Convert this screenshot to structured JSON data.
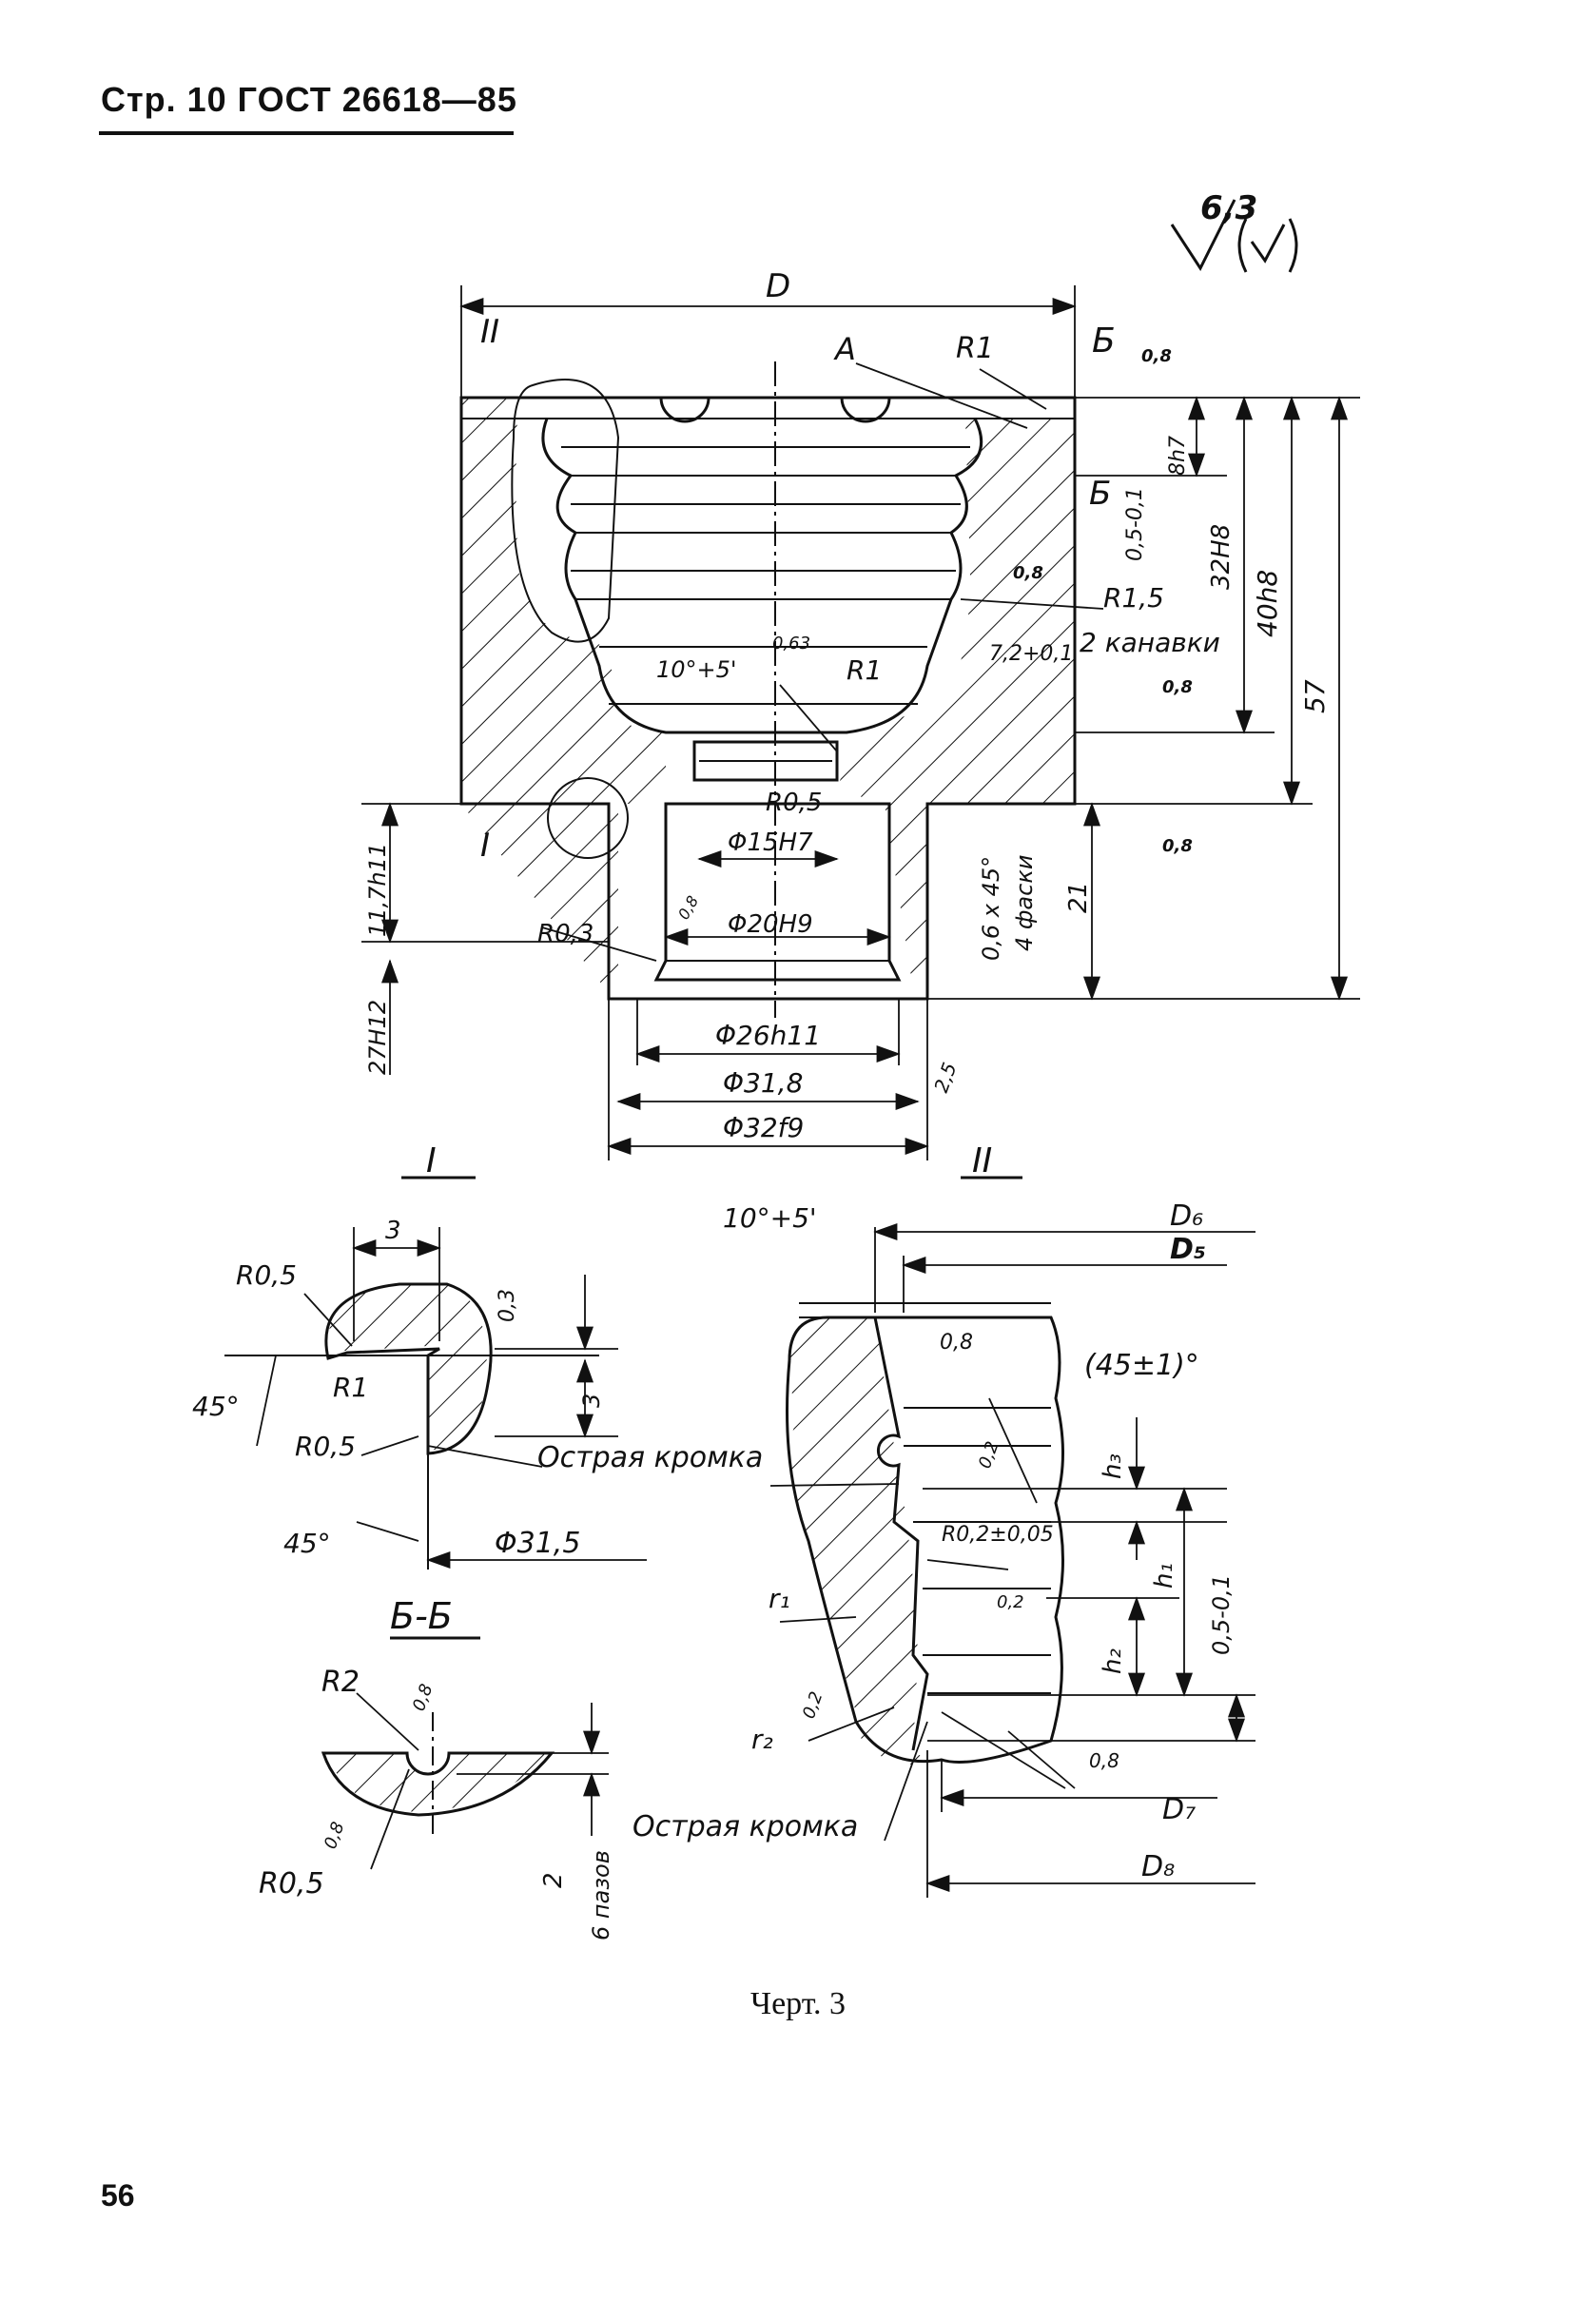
{
  "header": {
    "title": "Стр. 10 ГОСТ 26618—85"
  },
  "roughness": {
    "value": "6,3",
    "symbol": "√(√)"
  },
  "main_view": {
    "labels": {
      "D": "D",
      "II": "II",
      "A": "A",
      "R1_top": "R1",
      "B_top": "Б",
      "B_mid": "Б",
      "r08_top": "0,8",
      "h8h7": "8h7",
      "h05": "0,5-0,1",
      "h32": "32H8",
      "h40": "40h8",
      "h57": "57",
      "r08_mid": "0,8",
      "R15": "R1,5",
      "grooves": "2 канавки",
      "angle": "10°+5'",
      "r063": "0,63",
      "R1_mid": "R1",
      "tol72": "7,2+0,1",
      "r08_low": "0,8",
      "R05": "R0,5",
      "d15": "Φ15H7",
      "chamfer": "0,6 x 45°",
      "chamfer4": "4 фаски",
      "h21": "21",
      "r08_right": "0,8",
      "h117": "11,7h11",
      "I": "I",
      "R03": "R0,3",
      "r08_small": "0,8",
      "d20": "Φ20H9",
      "h27": "27H12",
      "d26": "Φ26h11",
      "d318": "Φ31,8",
      "r25": "2,5",
      "d32": "Φ32f9"
    }
  },
  "detail_I": {
    "title": "I",
    "labels": {
      "w3": "3",
      "R05a": "R0,5",
      "h03": "0,3",
      "R1": "R1",
      "h3": "3",
      "a45a": "45°",
      "R05b": "R0,5",
      "edge": "Острая кромка",
      "a45b": "45°",
      "d315": "Φ31,5"
    }
  },
  "detail_II": {
    "title": "II",
    "labels": {
      "angle": "10°+5'",
      "D6": "D₆",
      "D5": "D₅",
      "r08": "0,8",
      "ang45": "(45±1)°",
      "r02a": "0,2",
      "h3": "h₃",
      "R02": "R0,2±0,05",
      "h1": "h₁",
      "r1": "r₁",
      "r02b": "0,2",
      "h2": "h₂",
      "h05": "0,5-0,1",
      "r02c": "0,2",
      "r2": "r₂",
      "r08b": "0,8",
      "edge": "Острая кромка",
      "D7": "D₇",
      "D8": "D₈"
    }
  },
  "section_BB": {
    "title": "Б-Б",
    "labels": {
      "R2": "R2",
      "r08a": "0,8",
      "r08b": "0,8",
      "R05": "R0,5",
      "h2": "2",
      "grooves6": "6 пазов"
    }
  },
  "caption": "Черт. 3",
  "page_number": "56"
}
